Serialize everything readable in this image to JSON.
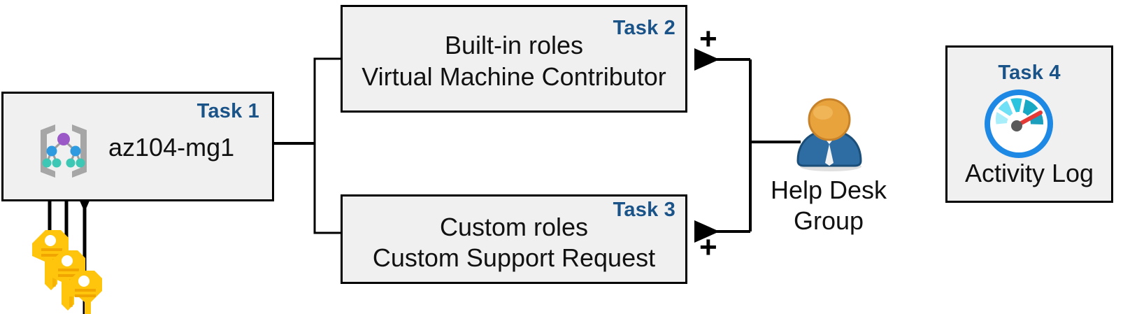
{
  "diagram": {
    "title": "Azure RBAC task diagram",
    "colors": {
      "task_label": "#1A5388",
      "box_fill": "#F0F0F0",
      "box_border": "#000000",
      "connector": "#000000",
      "key_gold": "#FFC107",
      "person_head": "#E8A33D",
      "person_body": "#2E6DA4",
      "gauge_ring": "#1E88E5",
      "gauge_needle": "#E53935",
      "mg_root": "#9B59C8",
      "mg_mid": "#2E9BE0",
      "mg_leaf": "#3CC8B4",
      "mg_bracket": "#A6A6A6"
    }
  },
  "boxes": {
    "task1": {
      "label": "Task 1",
      "text": "az104-mg1",
      "icon": "management-group-icon"
    },
    "task2": {
      "label": "Task 2",
      "line1": "Built-in roles",
      "line2": "Virtual Machine Contributor"
    },
    "task3": {
      "label": "Task 3",
      "line1": "Custom roles",
      "line2": "Custom Support Request"
    },
    "task4": {
      "label": "Task 4",
      "text": "Activity Log",
      "icon": "activity-log-gauge-icon"
    }
  },
  "actor": {
    "icon": "user-group-icon",
    "line1": "Help Desk",
    "line2": "Group"
  },
  "connectors": {
    "plus_top": "+",
    "plus_bottom": "+",
    "keys_icon": "three-keys-icon",
    "arrow_to_task1": "arrow-left",
    "arrow_to_task2": "arrow-left",
    "arrow_to_task3": "arrow-left"
  }
}
